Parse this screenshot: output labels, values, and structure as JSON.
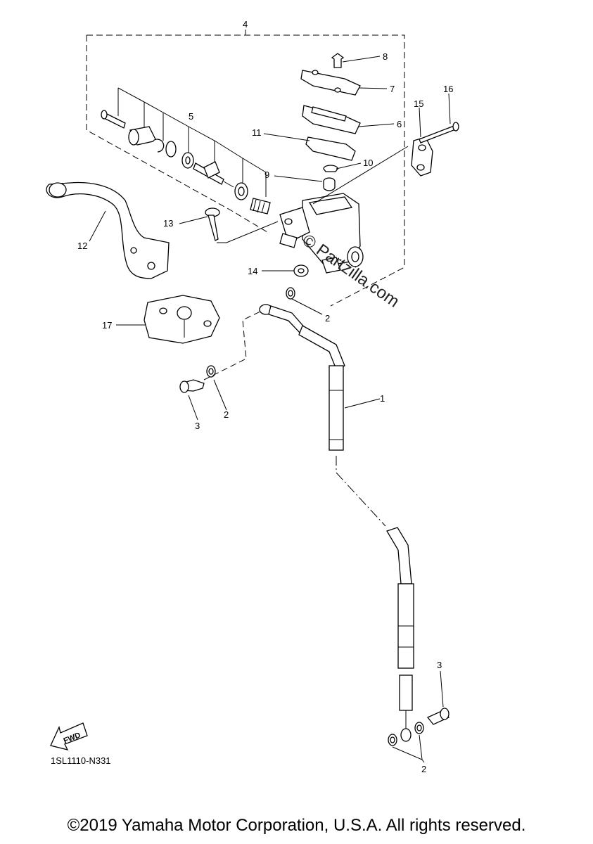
{
  "diagram": {
    "callouts": {
      "c1": "1",
      "c2a": "2",
      "c2b": "2",
      "c2c": "2",
      "c3a": "3",
      "c3b": "3",
      "c4": "4",
      "c5": "5",
      "c6": "6",
      "c7": "7",
      "c8": "8",
      "c9": "9",
      "c10": "10",
      "c11": "11",
      "c12": "12",
      "c13": "13",
      "c14": "14",
      "c15": "15",
      "c16": "16",
      "c17": "17"
    },
    "diagram_code": "1SL1110-N331",
    "fwd_label": "FWD",
    "watermark": "© Partzilla.com"
  },
  "footer": {
    "copyright": "©2019 Yamaha Motor Corporation, U.S.A. All rights reserved."
  }
}
